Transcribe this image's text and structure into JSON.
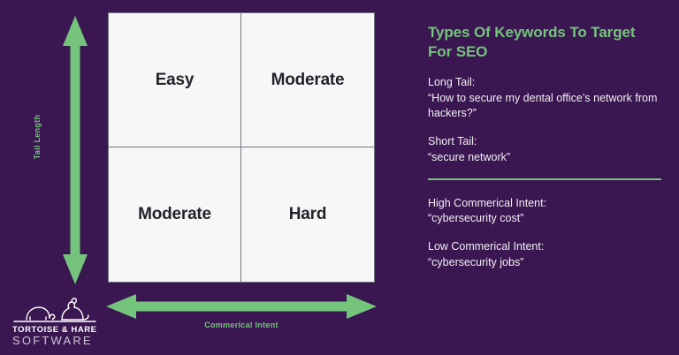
{
  "colors": {
    "background": "#3a1750",
    "accent_green": "#74c47c",
    "panel": "#f7f7f8",
    "panel_border": "#6f7780",
    "quadrant_text": "#1f2328",
    "body_text": "#f2eef5",
    "logo_sub_text": "#cfc5d8"
  },
  "matrix": {
    "y_axis_label": "Tail Length",
    "x_axis_label": "Commerical Intent",
    "quadrants": [
      {
        "position": "top-left",
        "label": "Easy"
      },
      {
        "position": "top-right",
        "label": "Moderate"
      },
      {
        "position": "bottom-left",
        "label": "Moderate"
      },
      {
        "position": "bottom-right",
        "label": "Hard"
      }
    ]
  },
  "copy": {
    "heading": "Types Of Keywords To Target For SEO",
    "groups": [
      {
        "label": "Long Tail:",
        "value": "“How to secure my dental office’s network from hackers?”"
      },
      {
        "label": "Short Tail:",
        "value": "“secure network”"
      },
      {
        "label": "High Commerical Intent:",
        "value": "“cybersecurity cost”"
      },
      {
        "label": "Low Commerical Intent:",
        "value": "“cybersecurity jobs”"
      }
    ]
  },
  "logo": {
    "name": "TORTOISE & HARE",
    "sub": "SOFTWARE",
    "mark": "tortoise-and-hare-icon"
  },
  "chart_data": {
    "type": "table",
    "title": "Types Of Keywords To Target For SEO",
    "xlabel": "Commerical Intent",
    "ylabel": "Tail Length",
    "grid": true,
    "legend": "none",
    "categories": [
      "Low Commerical Intent",
      "High Commerical Intent"
    ],
    "rows": [
      "Long Tail",
      "Short Tail"
    ],
    "values": [
      [
        "Easy",
        "Moderate"
      ],
      [
        "Moderate",
        "Hard"
      ]
    ],
    "annotations": [
      "Long Tail: “How to secure my dental office’s network from hackers?”",
      "Short Tail: “secure network”",
      "High Commerical Intent: “cybersecurity cost”",
      "Low Commerical Intent: “cybersecurity jobs”"
    ]
  }
}
